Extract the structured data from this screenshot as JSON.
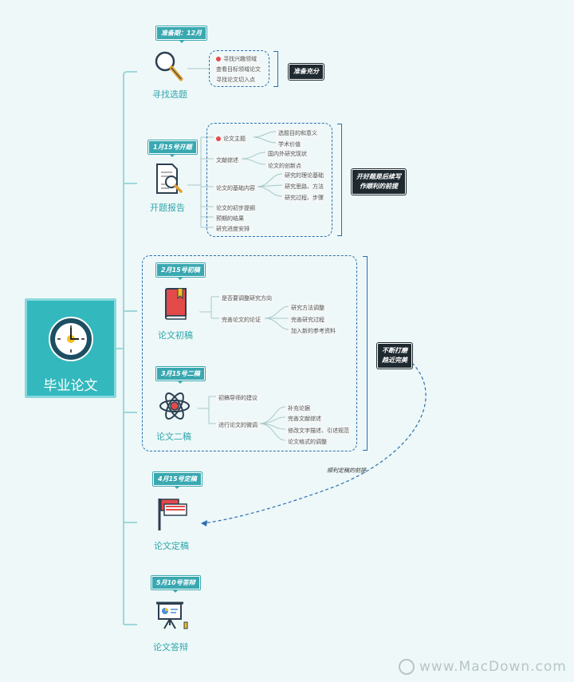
{
  "central": {
    "title": "毕业论文"
  },
  "stages": [
    {
      "tag": "准备期：12月",
      "name": "寻找选题"
    },
    {
      "tag": "1月15号开题",
      "name": "开题报告"
    },
    {
      "tag": "2月15号初稿",
      "name": "论文初稿"
    },
    {
      "tag": "3月15号二稿",
      "name": "论文二稿"
    },
    {
      "tag": "4月15号定稿",
      "name": "论文定稿"
    },
    {
      "tag": "5月10号答辩",
      "name": "论文答辩"
    }
  ],
  "topic": {
    "items": [
      "寻找兴趣领域",
      "查看目标领域论文",
      "寻找论文切入点"
    ],
    "note": "准备充分"
  },
  "proposal": {
    "theme": "论文主题",
    "theme_children": [
      "选题目的和意义",
      "学术价值"
    ],
    "review": "文献综述",
    "review_children": [
      "国内外研究现状",
      "论文的创新点"
    ],
    "basic": "论文的基础内容",
    "basic_children": [
      "研究的理论基础",
      "研究思路、方法",
      "研究过程、步骤"
    ],
    "outline": "论文的初步提纲",
    "expected": "预期的结果",
    "schedule": "研究进度安排",
    "note_line1": "开好题是后续写",
    "note_line2": "作顺利的前提"
  },
  "draft1": {
    "adjust": "是否要调整研究方向",
    "improve": "完善论文的论证",
    "improve_children": [
      "研究方法调整",
      "完善研究过程",
      "加入新的参考资料"
    ]
  },
  "draft2": {
    "advice": "初稿导师的建议",
    "fine": "进行论文的微调",
    "fine_children": [
      "补充论据",
      "完善文献综述",
      "修改文字描述、引述规范",
      "论文格式的调整"
    ]
  },
  "polish_note": {
    "line1": "不断打磨",
    "line2": "趋近完美"
  },
  "final_caption": "顺利定稿的前提",
  "watermark": "www.MacDown.com",
  "colors": {
    "teal": "#33b8bd",
    "dark_teal": "#3aa8b1",
    "blue": "#2b6fb0",
    "red": "#e34a4a"
  }
}
